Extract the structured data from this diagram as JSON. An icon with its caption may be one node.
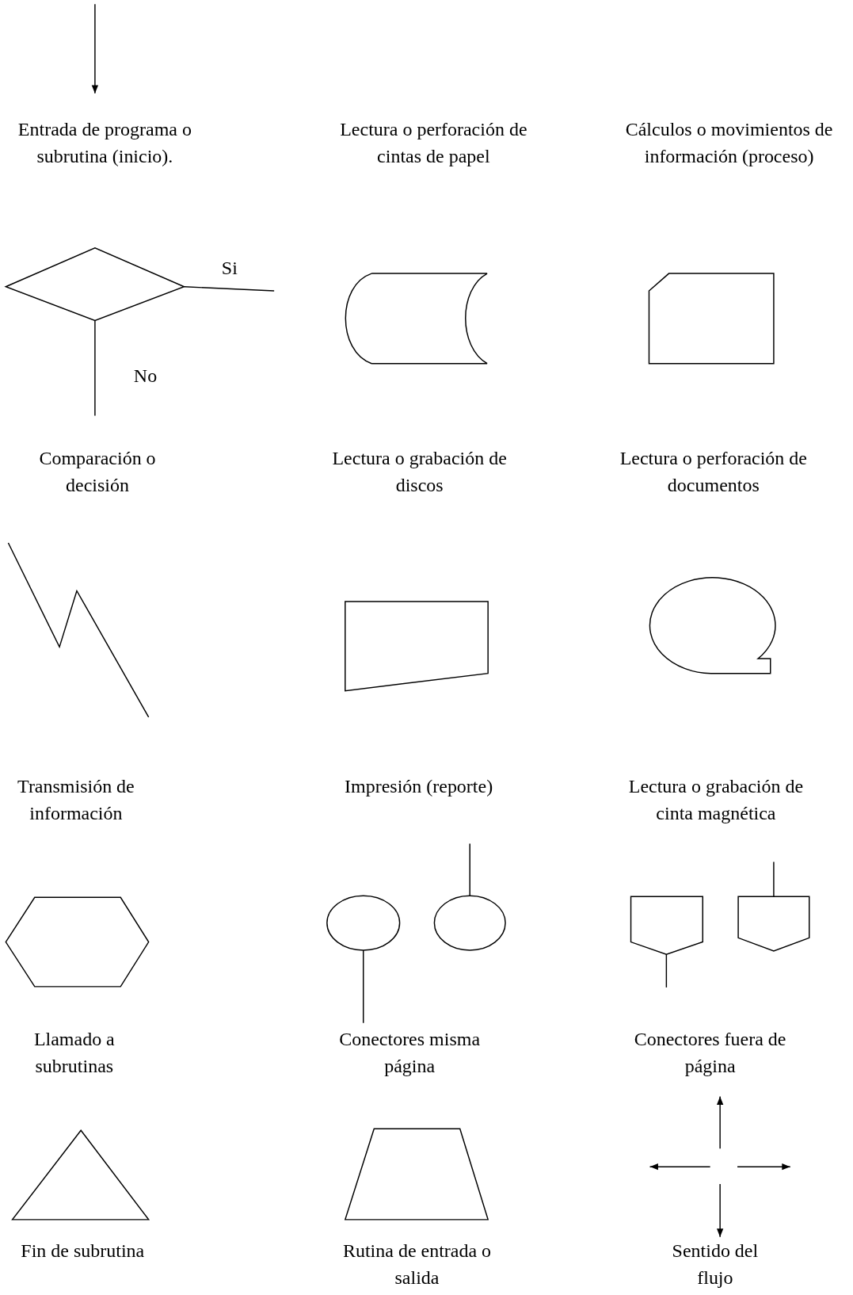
{
  "diagram": {
    "labels": [
      "Entrada de programa o subrutina (inicio).",
      "Lectura o perforación de cintas de papel",
      "Cálculos o movimientos de información (proceso)",
      "Si",
      "No",
      "Comparación o decisión",
      "Lectura o grabación de discos",
      "Lectura o perforación de documentos",
      "Transmisión de información",
      "Impresión (reporte)",
      "Lectura o grabación de cinta magnética",
      "Llamado a subrutinas",
      "Conectores misma página",
      "Conectores fuera de página",
      "Fin de subrutina",
      "Rutina de entrada o salida",
      "Sentido del flujo"
    ]
  }
}
